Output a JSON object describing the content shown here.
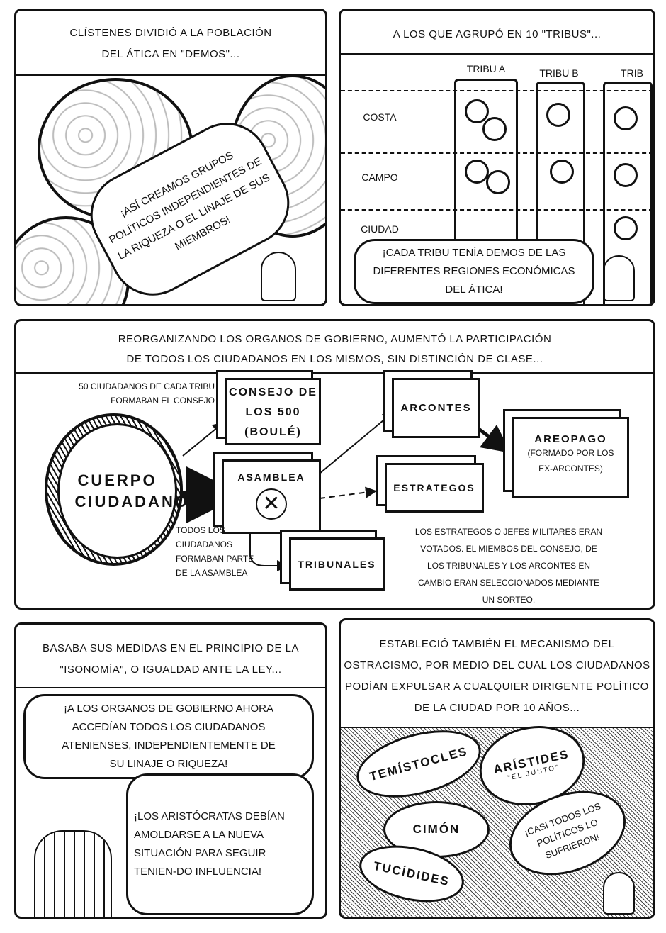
{
  "panel1": {
    "caption": [
      "Clístenes dividió a la población",
      "del Ática en \"demos\"..."
    ],
    "bubble": "¡Así creamos grupos políticos independientes de la riqueza o el linaje de sus miembros!"
  },
  "panel2": {
    "caption": "A los que agrupó en 10 \"tribus\"...",
    "columns": [
      "Tribu A",
      "Tribu B",
      "Trib"
    ],
    "rows": [
      "Costa",
      "Campo",
      "Ciudad"
    ],
    "bubble": "¡Cada tribu tenía demos de las diferentes regiones económicas del Ática!"
  },
  "panel3": {
    "caption": [
      "Reorganizando los organos de gobierno, aumentó la participación",
      "de todos los ciudadanos en los mismos, sin distinción de clase..."
    ],
    "note_consejo": "50 ciudadanos de cada tribu formaban el consejo",
    "cuerpo": "Cuerpo ciudadano",
    "consejo": "Consejo de los 500 (Boulé)",
    "asamblea": "Asamblea",
    "arcontes": "Arcontes",
    "areopago": "Areopago",
    "areopago_note": "(Formado por los ex-arcontes)",
    "estrategos": "Estrategos",
    "tribunales": "Tribunales",
    "note_todos": "Todos los ciudadanos formaban parte de la asamblea",
    "note_estrategos": "Los estrategos o jefes militares eran votados. El miembos del consejo, de los tribunales y los arcontes en cambio eran seleccionados mediante un sorteo."
  },
  "panel4": {
    "caption": [
      "Basaba sus medidas en el principio de la",
      "\"isonomía\", o igualdad ante la ley..."
    ],
    "bubble1": "¡A los organos de gobierno ahora accedían todos los ciudadanos atenienses, independientemente de su linaje o riqueza!",
    "bubble2": "¡Los aristócratas debían amoldarse a la nueva situación para seguir tenien-do influencia!"
  },
  "panel5": {
    "caption": [
      "Estableció también el mecanismo del",
      "ostracismo, por medio del cual los ciudadanos",
      "podían expulsar a cualquier dirigente político",
      "de la ciudad por 10 años..."
    ],
    "names": [
      "Temístocles",
      "Arístides",
      "Cimón",
      "Tucídides"
    ],
    "aristides_nick": "\"El justo\"",
    "bubble": "¡Casi todos los políticos lo sufrieron!"
  }
}
